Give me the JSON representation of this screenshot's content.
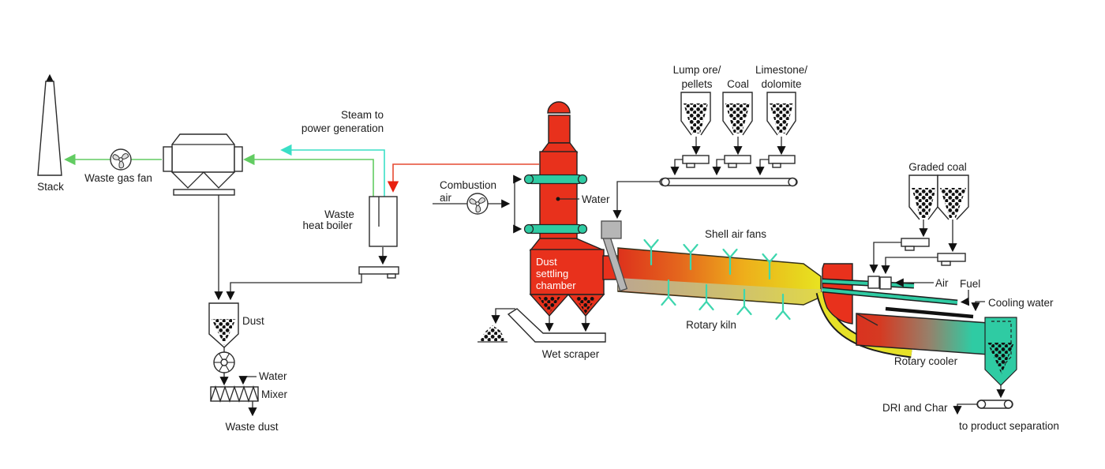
{
  "title": "Rotary kiln DRI process flow diagram",
  "labels": {
    "stack": "Stack",
    "waste_gas_fan": "Waste gas fan",
    "steam1": "Steam to",
    "steam2": "power generation",
    "whb1": "Waste",
    "whb2": "heat boiler",
    "comb1": "Combustion",
    "comb2": "air",
    "water_top": "Water",
    "dsc1": "Dust",
    "dsc2": "settling",
    "dsc3": "chamber",
    "wet_scraper": "Wet scraper",
    "dust": "Dust",
    "water_mixer": "Water",
    "mixer": "Mixer",
    "waste_dust": "Waste dust",
    "ore1": "Lump ore/",
    "ore2": "pellets",
    "coal": "Coal",
    "lime1": "Limestone/",
    "lime2": "dolomite",
    "shell_air_fans": "Shell air fans",
    "rotary_kiln": "Rotary kiln",
    "graded_coal": "Graded coal",
    "air": "Air",
    "fuel": "Fuel",
    "cooling_water": "Cooling water",
    "rotary_cooler": "Rotary cooler",
    "dri_char": "DRI and Char",
    "product_sep": "to product separation"
  },
  "colors": {
    "red": "#e8311c",
    "teal": "#2fcba3",
    "fan_teal": "#3dd6ae",
    "green": "#62cc62",
    "cyan": "#3adfc6",
    "line_red": "#e64a32",
    "arrow_red": "#e8200f",
    "gray_fill": "#b6b6b6",
    "yellow": "#e6e128",
    "kiln_gradient": [
      "#dd321c",
      "#e4661d",
      "#eeae1b",
      "#e9e320"
    ],
    "kiln_shade_gradient": [
      "#b9b09a",
      "#e0d74b"
    ],
    "cooler_gradient": [
      "#da321f",
      "#97806a",
      "#2fcba3"
    ]
  }
}
